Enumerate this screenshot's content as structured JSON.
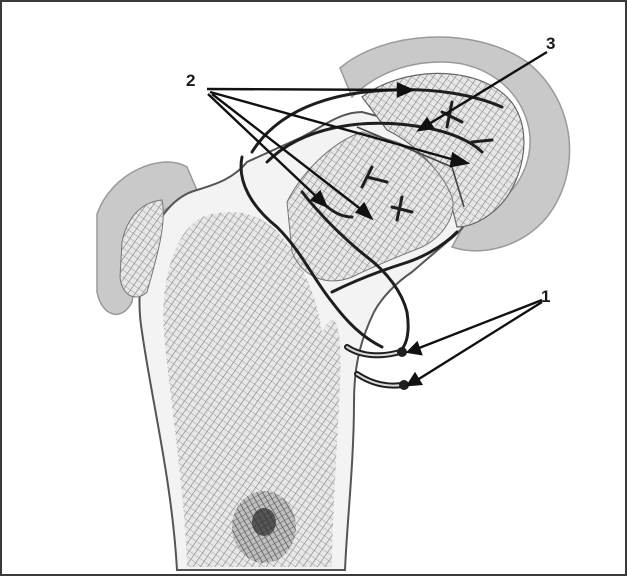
{
  "labels": {
    "vessels_group": "2",
    "epiphyseal_region": "3",
    "feeding_vessels": "1"
  },
  "colors": {
    "frame": "#3a3a3a",
    "cartilage": "#c9c9c9",
    "bone_fill": "#f3f3f3",
    "trabecular": "#6a6a6a",
    "vessel": "#1e1e1e",
    "text": "#1a1a1a"
  }
}
